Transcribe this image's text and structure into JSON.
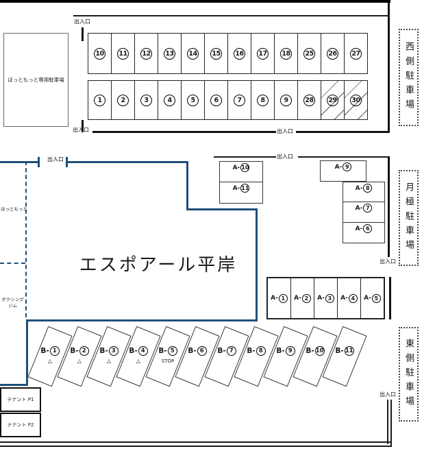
{
  "colors": {
    "navy": "#1f4e79",
    "line": "#1a1a1a"
  },
  "labels": {
    "entrance": "出入口",
    "building_name": "エスポアール平岸",
    "west_side": "西側駐車場",
    "monthly": "月極駐車場",
    "east_side": "東側駐車場",
    "hottomotto_lot": "ほっともっと専用駐車場",
    "hottomotto": "ほっともっと",
    "boxing_1": "ボクシング",
    "boxing_2": "ジム",
    "tenant_p1": "テナント P1",
    "tenant_p2": "テナント P2",
    "a_prefix": "A-",
    "b_prefix": "B-"
  },
  "west_parking": {
    "top_row": [
      "10",
      "11",
      "12",
      "13",
      "14",
      "15",
      "16",
      "17",
      "18",
      "25",
      "26",
      "27"
    ],
    "bottom_row": [
      "1",
      "2",
      "3",
      "4",
      "5",
      "6",
      "7",
      "8",
      "9",
      "28",
      "29",
      "30"
    ]
  },
  "a_spaces": {
    "row_nums": [
      "1",
      "2",
      "3",
      "4",
      "5"
    ],
    "stack_nums": [
      "8",
      "7",
      "6"
    ],
    "a9": "9",
    "a10": "10",
    "a11": "11"
  },
  "b_spaces": {
    "nums": [
      "1",
      "2",
      "3",
      "4",
      "5",
      "6",
      "7",
      "8",
      "9",
      "10",
      "11"
    ],
    "subs": [
      "△",
      "△",
      "△",
      "△",
      "STOP",
      "",
      "",
      "",
      "",
      "",
      ""
    ]
  }
}
